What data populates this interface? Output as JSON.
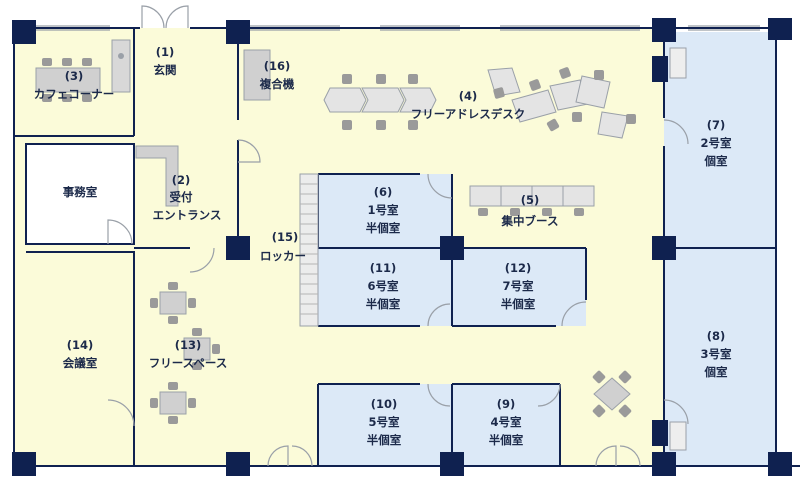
{
  "rooms": {
    "entrance": {
      "num": "(1)",
      "name": "玄関"
    },
    "reception": {
      "num": "(2)",
      "name": "受付",
      "name2": "エントランス"
    },
    "cafe": {
      "num": "(3)",
      "name": "カフェコーナー"
    },
    "freedesk": {
      "num": "(4)",
      "name": "フリーアドレスデスク"
    },
    "booth": {
      "num": "(5)",
      "name": "集中ブース"
    },
    "room1": {
      "num": "(6)",
      "name": "1号室",
      "name2": "半個室"
    },
    "room2": {
      "num": "(7)",
      "name": "2号室",
      "name2": "個室"
    },
    "room3": {
      "num": "(8)",
      "name": "3号室",
      "name2": "個室"
    },
    "room4": {
      "num": "(9)",
      "name": "4号室",
      "name2": "半個室"
    },
    "room5": {
      "num": "(10)",
      "name": "5号室",
      "name2": "半個室"
    },
    "room6": {
      "num": "(11)",
      "name": "6号室",
      "name2": "半個室"
    },
    "room7": {
      "num": "(12)",
      "name": "7号室",
      "name2": "半個室"
    },
    "freespace": {
      "num": "(13)",
      "name": "フリースペース"
    },
    "meeting": {
      "num": "(14)",
      "name": "会議室"
    },
    "locker": {
      "num": "(15)",
      "name": "ロッカー"
    },
    "copier": {
      "num": "(16)",
      "name": "複合機"
    },
    "office": {
      "name": "事務室"
    }
  },
  "colors": {
    "floor": "#fbfbd9",
    "private_room": "#dce9f7",
    "wall": "#0f2150",
    "furniture": "#b9b9b9",
    "outline": "#9aa0a8"
  }
}
